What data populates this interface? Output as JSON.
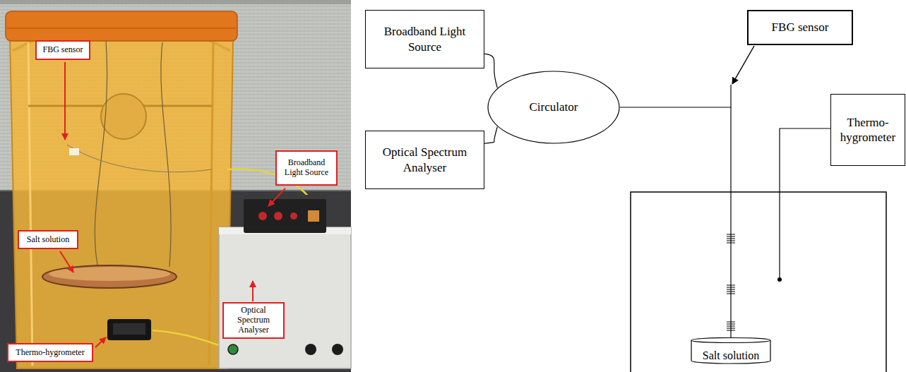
{
  "diagram": {
    "nodes": [
      {
        "text": [
          "FBG sensor"
        ]
      },
      {
        "text": [
          "Broadband Light Source"
        ]
      },
      {
        "text": [
          "Salt solution"
        ]
      },
      {
        "text": [
          "Thermo-hygrometer"
        ]
      },
      {
        "text": [
          "Optical Spectrum Analyser"
        ]
      },
      {
        "text": [
          "Broadband Light Source"
        ]
      },
      {
        "text": [
          "FBG sensor"
        ]
      },
      {
        "text": [
          "Circulator"
        ]
      },
      {
        "text": [
          "Thermo-hygrometer"
        ]
      },
      {
        "text": [
          "Optical Spectrum Analyser"
        ]
      },
      {
        "text": [
          "Salt solution"
        ]
      }
    ],
    "edges": [
      {
        "from": 5,
        "to": 7,
        "arrow": "none"
      },
      {
        "from": 9,
        "to": 7,
        "arrow": "none"
      },
      {
        "from": 7,
        "to": 10,
        "arrow": "none"
      }
    ]
  }
}
